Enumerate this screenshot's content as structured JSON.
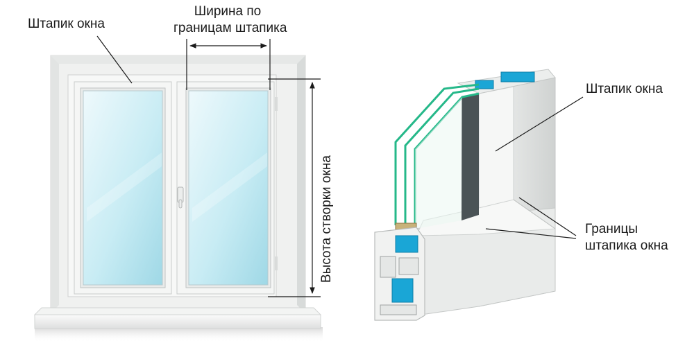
{
  "labels": {
    "bead_left": "Штапик окна",
    "width_line1": "Ширина по",
    "width_line2": "границам штапика",
    "height": "Высота створки окна",
    "bead_right": "Штапик окна",
    "bounds_line1": "Границы",
    "bounds_line2": "штапика окна"
  },
  "colors": {
    "frame": "#f1f2f1",
    "frame_shade": "#d9dbda",
    "glass_top": "#e6f6fa",
    "glass_bottom": "#a8dde9",
    "glass_edge": "#25b889",
    "chamber": "#1aa6d6",
    "line": "#1a1a1a"
  }
}
